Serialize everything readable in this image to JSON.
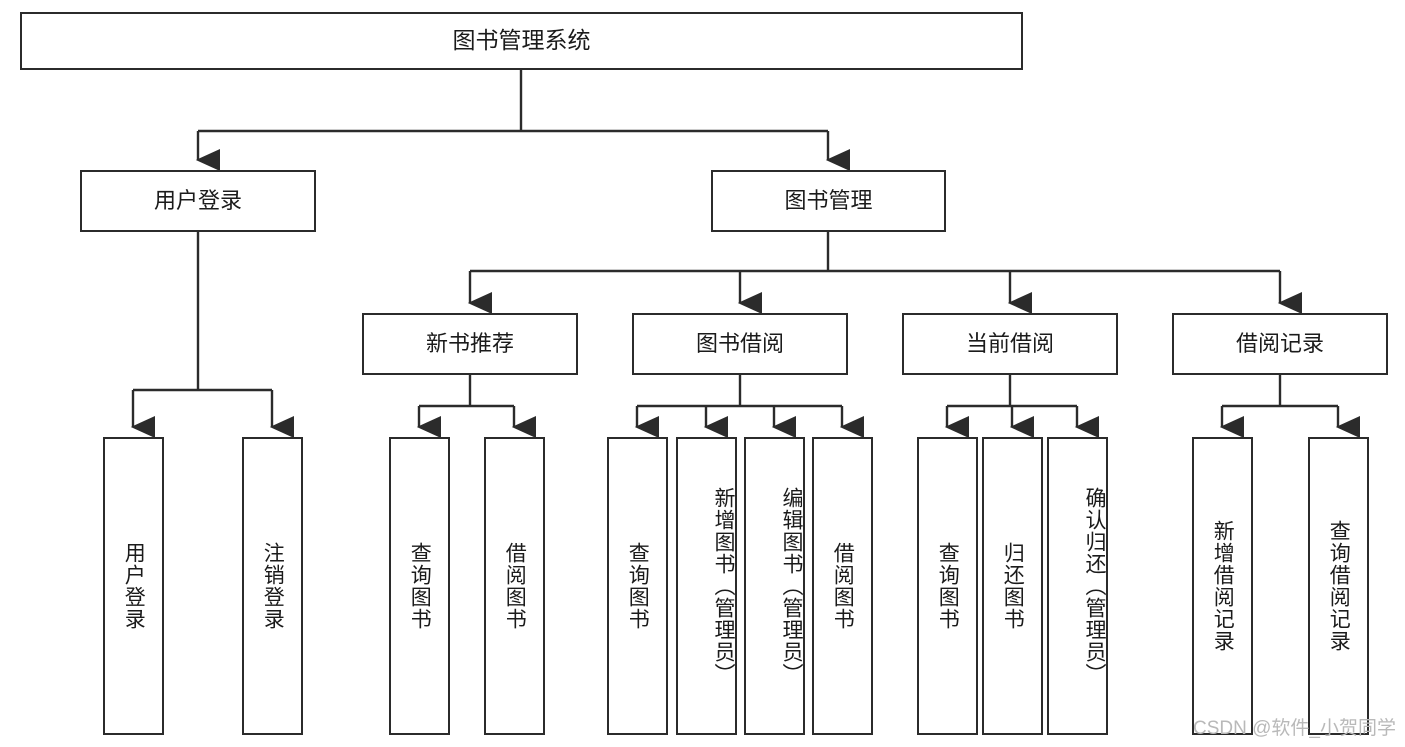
{
  "diagram": {
    "title": "图书管理系统",
    "watermark": "CSDN @软件_小贺同学",
    "line_color": "#2b2b2b",
    "box_fill": "#ffffff",
    "text_color": "#1b1b1b",
    "watermark_color": "#b9b9b9"
  },
  "nodes": {
    "root": {
      "label": "图书管理系统"
    },
    "level2": [
      {
        "label": "用户登录"
      },
      {
        "label": "图书管理"
      }
    ],
    "level3": [
      {
        "label": "新书推荐"
      },
      {
        "label": "图书借阅"
      },
      {
        "label": "当前借阅"
      },
      {
        "label": "借阅记录"
      }
    ],
    "leaves": {
      "user_login": [
        {
          "label": "用户登录"
        },
        {
          "label": "注销登录"
        }
      ],
      "new_book_recommend": [
        {
          "label": "查询图书"
        },
        {
          "label": "借阅图书"
        }
      ],
      "book_borrow": [
        {
          "label": "查询图书"
        },
        {
          "label": "新增图书（管理员）"
        },
        {
          "label": "编辑图书（管理员）"
        },
        {
          "label": "借阅图书"
        }
      ],
      "current_borrow": [
        {
          "label": "查询图书"
        },
        {
          "label": "归还图书"
        },
        {
          "label": "确认归还（管理员）"
        }
      ],
      "borrow_record": [
        {
          "label": "新增借阅记录"
        },
        {
          "label": "查询借阅记录"
        }
      ]
    }
  },
  "chart_data": {
    "type": "tree-diagram",
    "title": "图书管理系统",
    "orientation": "top-down",
    "levels": 4,
    "tree": {
      "name": "图书管理系统",
      "children": [
        {
          "name": "用户登录",
          "children": [
            {
              "name": "用户登录"
            },
            {
              "name": "注销登录"
            }
          ]
        },
        {
          "name": "图书管理",
          "children": [
            {
              "name": "新书推荐",
              "children": [
                {
                  "name": "查询图书"
                },
                {
                  "name": "借阅图书"
                }
              ]
            },
            {
              "name": "图书借阅",
              "children": [
                {
                  "name": "查询图书"
                },
                {
                  "name": "新增图书（管理员）"
                },
                {
                  "name": "编辑图书（管理员）"
                },
                {
                  "name": "借阅图书"
                }
              ]
            },
            {
              "name": "当前借阅",
              "children": [
                {
                  "name": "查询图书"
                },
                {
                  "name": "归还图书"
                },
                {
                  "name": "确认归还（管理员）"
                }
              ]
            },
            {
              "name": "借阅记录",
              "children": [
                {
                  "name": "新增借阅记录"
                },
                {
                  "name": "查询借阅记录"
                }
              ]
            }
          ]
        }
      ]
    }
  }
}
